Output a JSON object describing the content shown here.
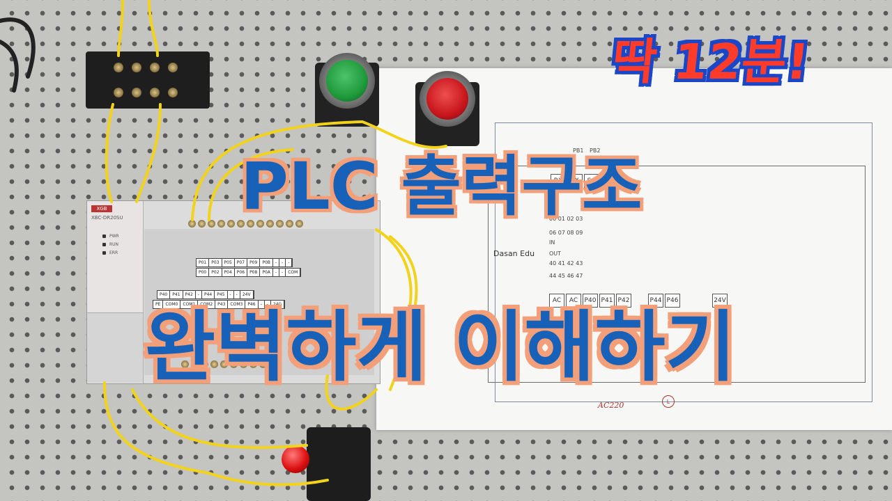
{
  "overlay": {
    "badge": "딱 12분!",
    "title_line1": "PLC 출력구조",
    "title_line2": "완벽하게 이해하기"
  },
  "plc": {
    "brand": "XGB",
    "model": "XBC-DR20SU",
    "leds": [
      "PWR",
      "RUN",
      "ERR"
    ],
    "input_row_top": [
      "P01",
      "P03",
      "P05",
      "P07",
      "P09",
      "P0B",
      "-",
      "-",
      "-"
    ],
    "input_row_bottom": [
      "P00",
      "P02",
      "P04",
      "P06",
      "P08",
      "P0A",
      "-",
      "-",
      "COM"
    ],
    "output_row_top": [
      "P40",
      "P41",
      "P42",
      "-",
      "P44",
      "P45",
      "-",
      "-",
      "24V"
    ],
    "output_row_bottom": [
      "PE",
      "COM0",
      "COM1",
      "COM2",
      "P43",
      "COM3",
      "P46",
      "-",
      "-",
      "24G"
    ]
  },
  "diagram": {
    "title": "Dasan Edu",
    "pb_labels": [
      "PB1",
      "PB2"
    ],
    "comm_terms": [
      "RX",
      "TX",
      "SG",
      "P5"
    ],
    "in_label": "IN",
    "out_label": "OUT",
    "in_numbers_1": "00 01 02 03",
    "in_numbers_2": "06 07 08 09",
    "out_numbers_1": "40 41 42 43",
    "out_numbers_2": "44 45 46 47",
    "out_terms": [
      "AC",
      "AC",
      "P40",
      "P41",
      "P42",
      "P44",
      "P46",
      "24V"
    ],
    "handwritten": "AC220",
    "lamp_symbol": "L"
  },
  "colors": {
    "title_fill": "#1762b8",
    "title_outline": "#f3a07a",
    "badge_fill": "#ff3b2a",
    "badge_outline": "#1a47c8",
    "wire": "#f2d21b",
    "pb_green": "#1f9a3a",
    "pb_red": "#c8161d"
  }
}
